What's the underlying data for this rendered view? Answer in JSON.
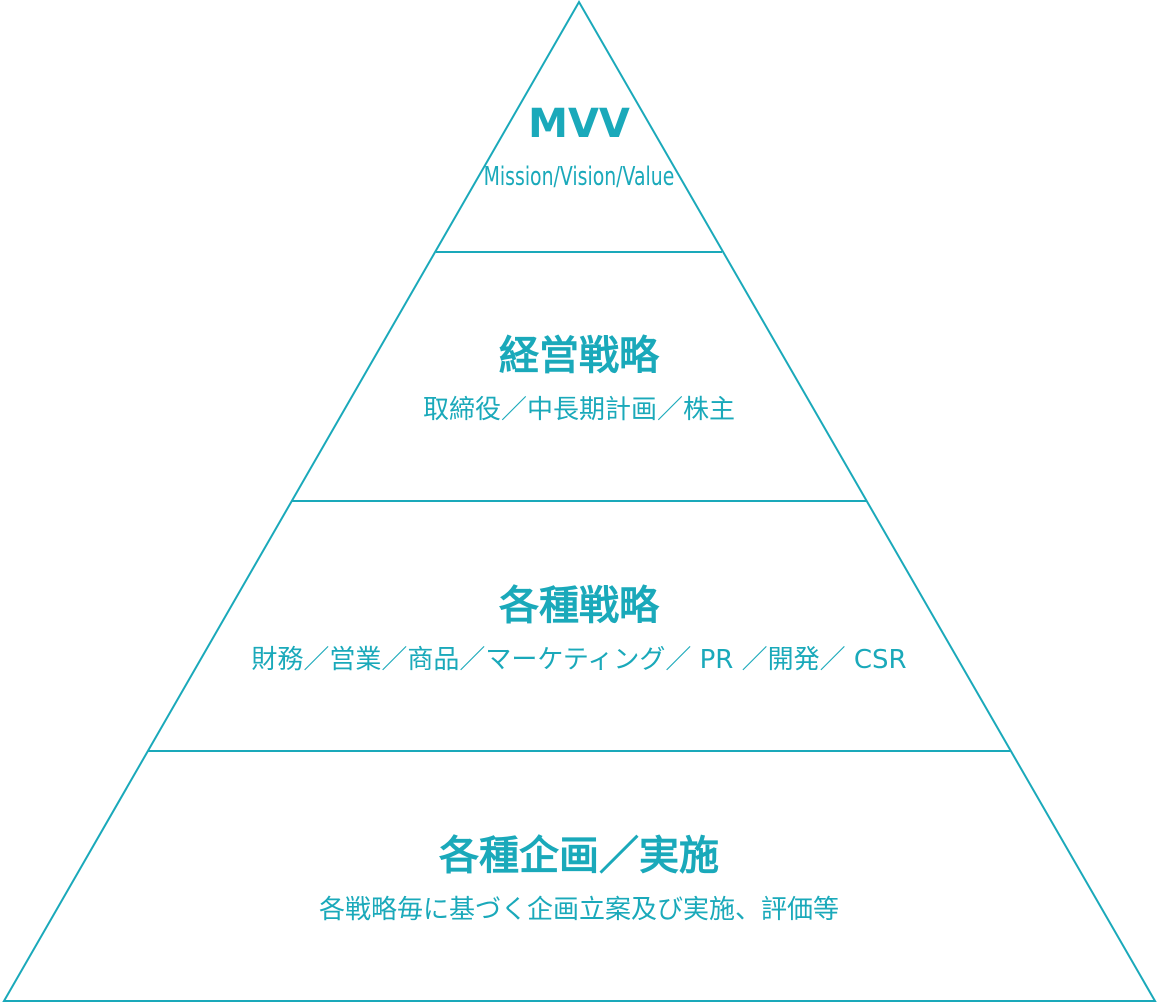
{
  "theme": {
    "accent": "#1aa9ba",
    "background": "#ffffff"
  },
  "tiers": [
    {
      "title": "MVV",
      "subtitle": "Mission/Vision/Value"
    },
    {
      "title": "経営戦略",
      "subtitle": "取締役／中長期計画／株主"
    },
    {
      "title": "各種戦略",
      "subtitle": "財務／営業／商品／マーケティング／ PR ／開発／ CSR"
    },
    {
      "title": "各種企画／実施",
      "subtitle": "各戦略毎に基づく企画立案及び実施、評価等"
    }
  ]
}
